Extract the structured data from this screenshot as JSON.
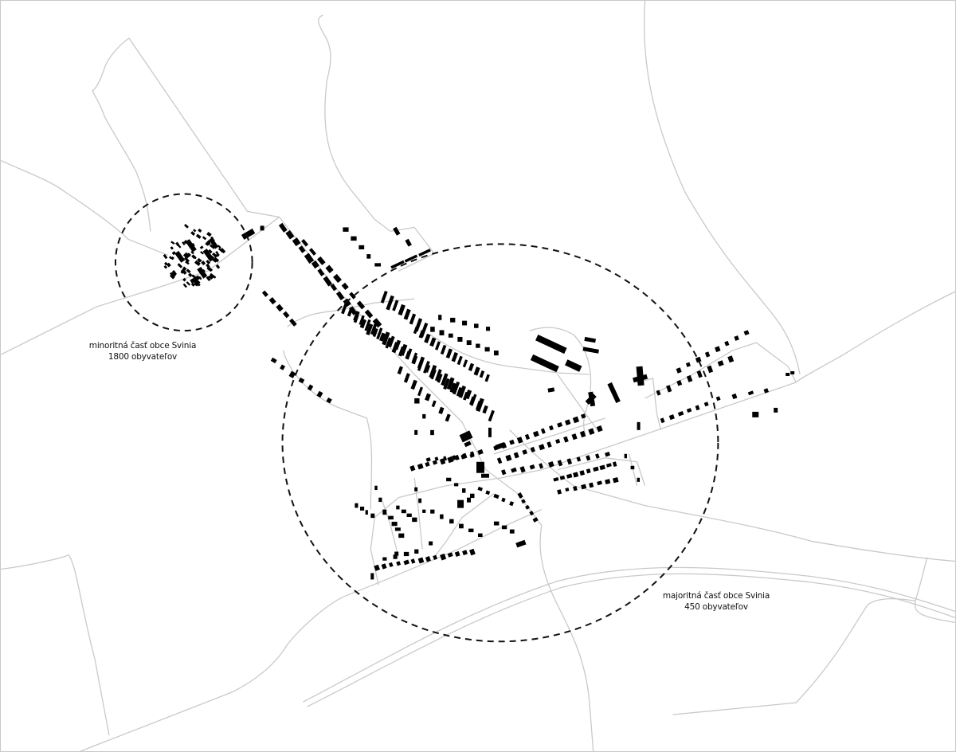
{
  "map": {
    "title": "Svinia settlement map",
    "regions": [
      {
        "id": "minor",
        "name": "minoritná časť obce Svinia",
        "population_label": "1800 obyvateľov",
        "population": 1800
      },
      {
        "id": "major",
        "name": "majoritná časť obce Svinia",
        "population_label": "450 obyvateľov",
        "population": 450
      }
    ],
    "colors": {
      "buildings": "#000000",
      "roads": "#c9c9c9",
      "boundary": "#111111",
      "background": "#ffffff"
    }
  }
}
